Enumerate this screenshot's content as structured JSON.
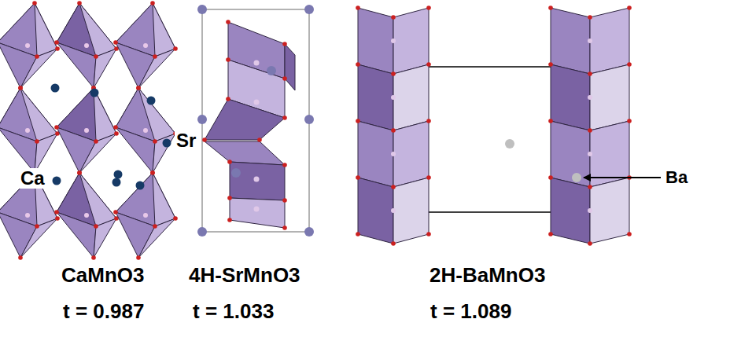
{
  "diagram": {
    "labels": [
      "Ca",
      "Sr",
      "Ba",
      "CaMnO3",
      "t = 0.987",
      "4H-SrMnO3",
      "t = 1.033",
      "2H-BaMnO3",
      "t = 1.089"
    ]
  }
}
